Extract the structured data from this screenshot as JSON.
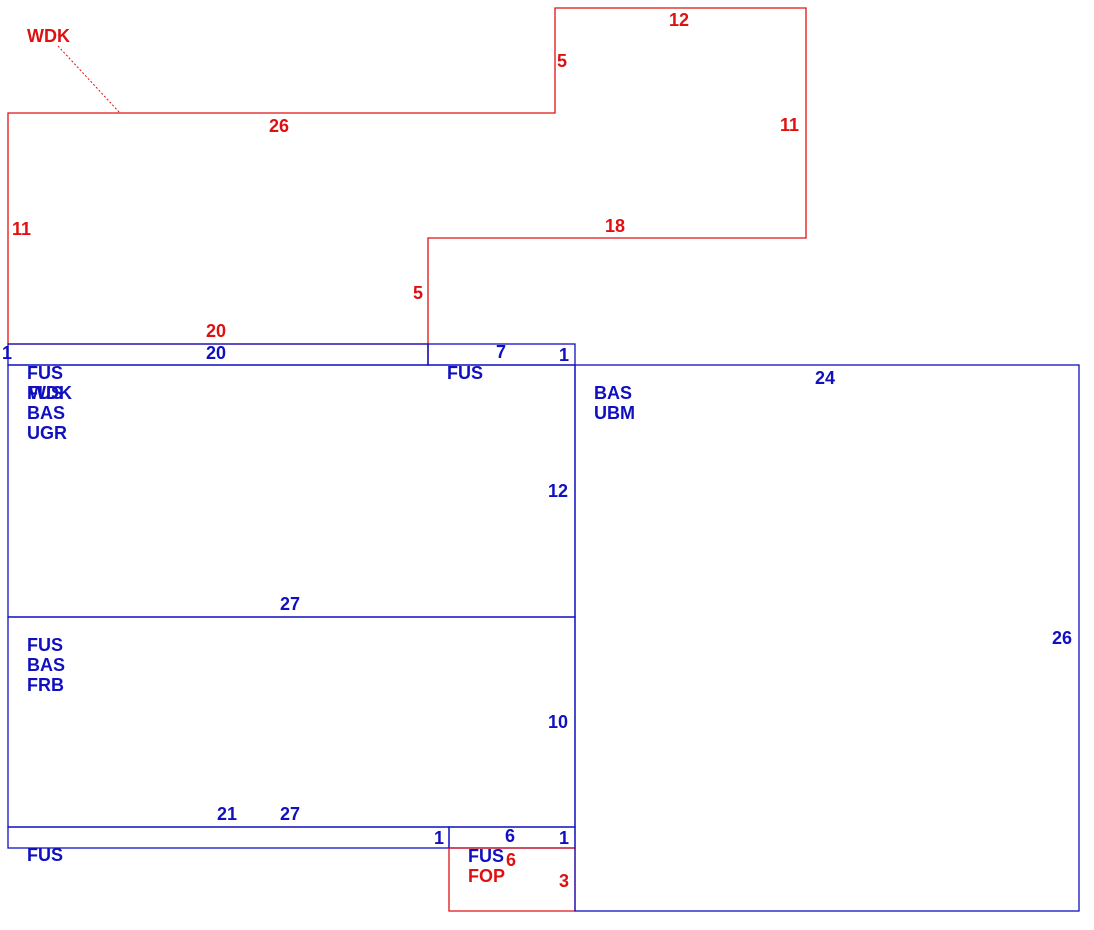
{
  "colors": {
    "red": "#e01010",
    "blue": "#1010c0"
  },
  "wdk": {
    "name": "WDK",
    "dims": {
      "top": "12",
      "step_up": "5",
      "right": "11",
      "upper": "26",
      "left": "11",
      "mid": "18",
      "step_down": "5",
      "bottom": "20"
    }
  },
  "upper": {
    "left_strip_dim": "20",
    "left_strip_end_dim": "1",
    "right_strip_dim": "7",
    "right_strip_end_dim": "1",
    "right_strip_code": "FUS",
    "codes": [
      "FUS",
      "WDK",
      "FUS",
      "BAS",
      "UGR"
    ],
    "side_dim": "12",
    "bottom_dim": "27"
  },
  "lower": {
    "codes": [
      "FUS",
      "BAS",
      "FRB"
    ],
    "side_dim": "10",
    "bottom_dim_a": "21",
    "bottom_dim_b": "27"
  },
  "bottom_strip": {
    "code": "FUS",
    "end_dim": "1",
    "right_dim": "6",
    "right_end_dim": "1",
    "right_code": "FUS"
  },
  "fop": {
    "name": "FOP",
    "top_dim": "6",
    "side_dim": "3"
  },
  "big": {
    "codes": [
      "BAS",
      "UBM"
    ],
    "top_dim": "24",
    "side_dim": "26"
  }
}
